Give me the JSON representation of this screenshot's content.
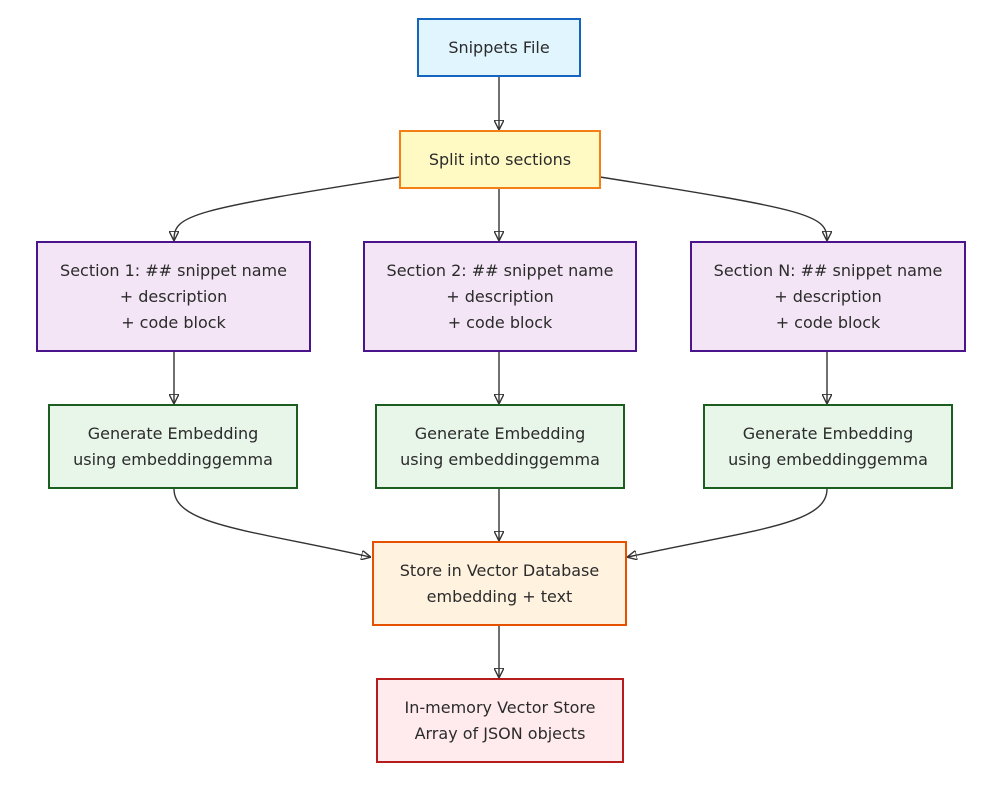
{
  "nodes": {
    "snippets_file": {
      "lines": [
        "Snippets File"
      ]
    },
    "split": {
      "lines": [
        "Split into sections"
      ]
    },
    "section_1": {
      "lines": [
        "Section 1: ## snippet name",
        "+ description",
        "+ code block"
      ]
    },
    "section_2": {
      "lines": [
        "Section 2: ## snippet name",
        "+ description",
        "+ code block"
      ]
    },
    "section_n": {
      "lines": [
        "Section N: ## snippet name",
        "+ description",
        "+ code block"
      ]
    },
    "embed_1": {
      "lines": [
        "Generate Embedding",
        "using embeddinggemma"
      ]
    },
    "embed_2": {
      "lines": [
        "Generate Embedding",
        "using embeddinggemma"
      ]
    },
    "embed_n": {
      "lines": [
        "Generate Embedding",
        "using embeddinggemma"
      ]
    },
    "store": {
      "lines": [
        "Store in Vector Database",
        "embedding + text"
      ]
    },
    "memory": {
      "lines": [
        "In-memory Vector Store",
        "Array of JSON objects"
      ]
    }
  },
  "edges": [
    [
      "snippets_file",
      "split"
    ],
    [
      "split",
      "section_1"
    ],
    [
      "split",
      "section_2"
    ],
    [
      "split",
      "section_n"
    ],
    [
      "section_1",
      "embed_1"
    ],
    [
      "section_2",
      "embed_2"
    ],
    [
      "section_n",
      "embed_n"
    ],
    [
      "embed_1",
      "store"
    ],
    [
      "embed_2",
      "store"
    ],
    [
      "embed_n",
      "store"
    ],
    [
      "store",
      "memory"
    ]
  ]
}
